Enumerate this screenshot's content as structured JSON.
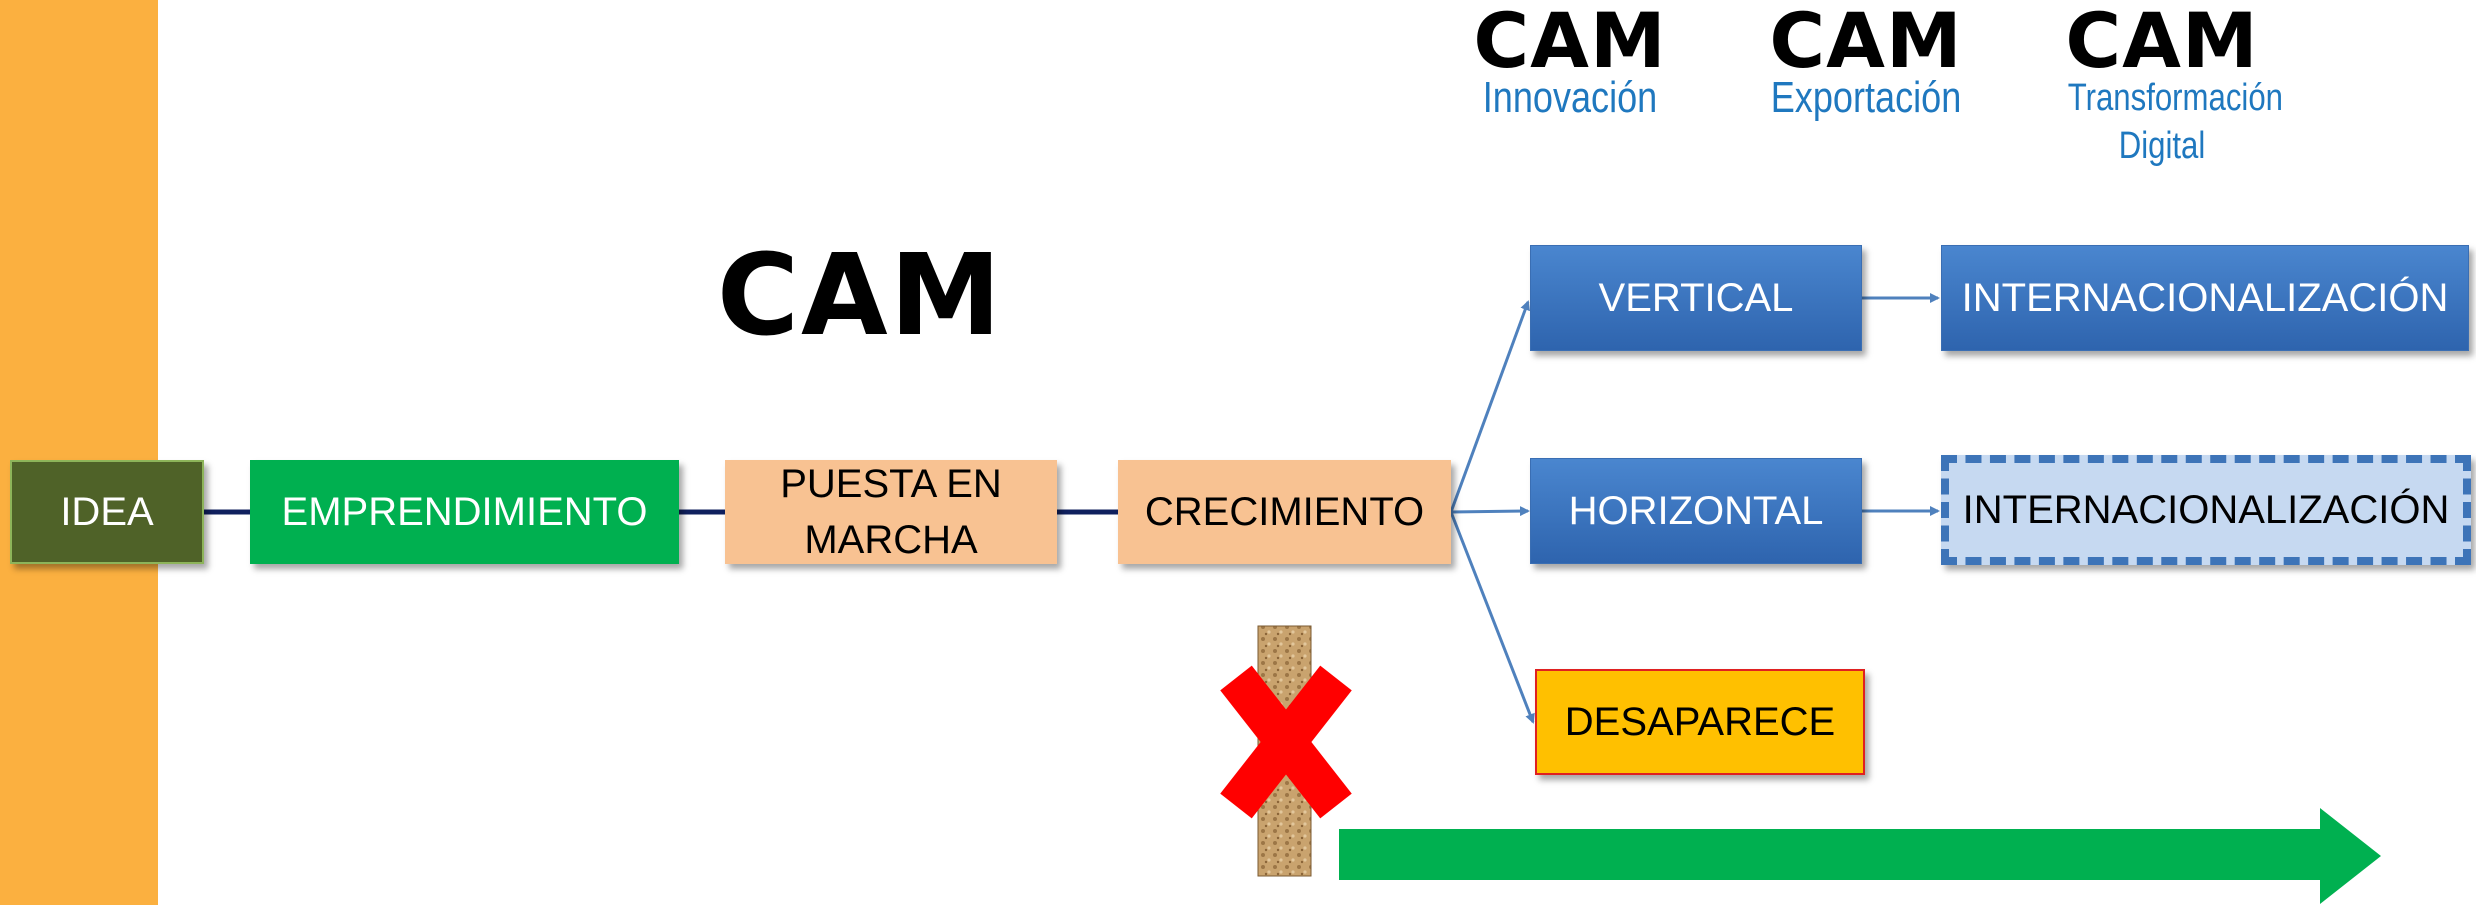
{
  "logos": {
    "top": [
      {
        "brand": "CAM",
        "subtitle": "Innovación"
      },
      {
        "brand": "CAM",
        "subtitle": "Exportación"
      },
      {
        "brand": "CAM",
        "subtitle": "Transformación Digital"
      }
    ],
    "main": {
      "brand": "CAM"
    }
  },
  "nodes": {
    "idea": "IDEA",
    "emprendimiento": "EMPRENDIMIENTO",
    "puesta_en_marcha": "PUESTA EN MARCHA",
    "crecimiento": "CRECIMIENTO",
    "vertical": "VERTICAL",
    "horizontal": "HORIZONTAL",
    "desaparece": "DESAPARECE",
    "internacionalizacion_1": "INTERNACIONALIZACIÓN",
    "internacionalizacion_2": "INTERNACIONALIZACIÓN"
  },
  "colors": {
    "side_bar": "#FBB040",
    "idea": "#4F6228",
    "emprendimiento": "#00B050",
    "puesta_en_marcha": "#F8C292",
    "crecimiento": "#F8C292",
    "branch": "#2E64AE",
    "dashed_fill": "#C6D9F1",
    "desaparece": "#FFC000",
    "cross": "#FF0000",
    "big_arrow": "#00B050",
    "brand_subtitle": "#1F78BF"
  }
}
